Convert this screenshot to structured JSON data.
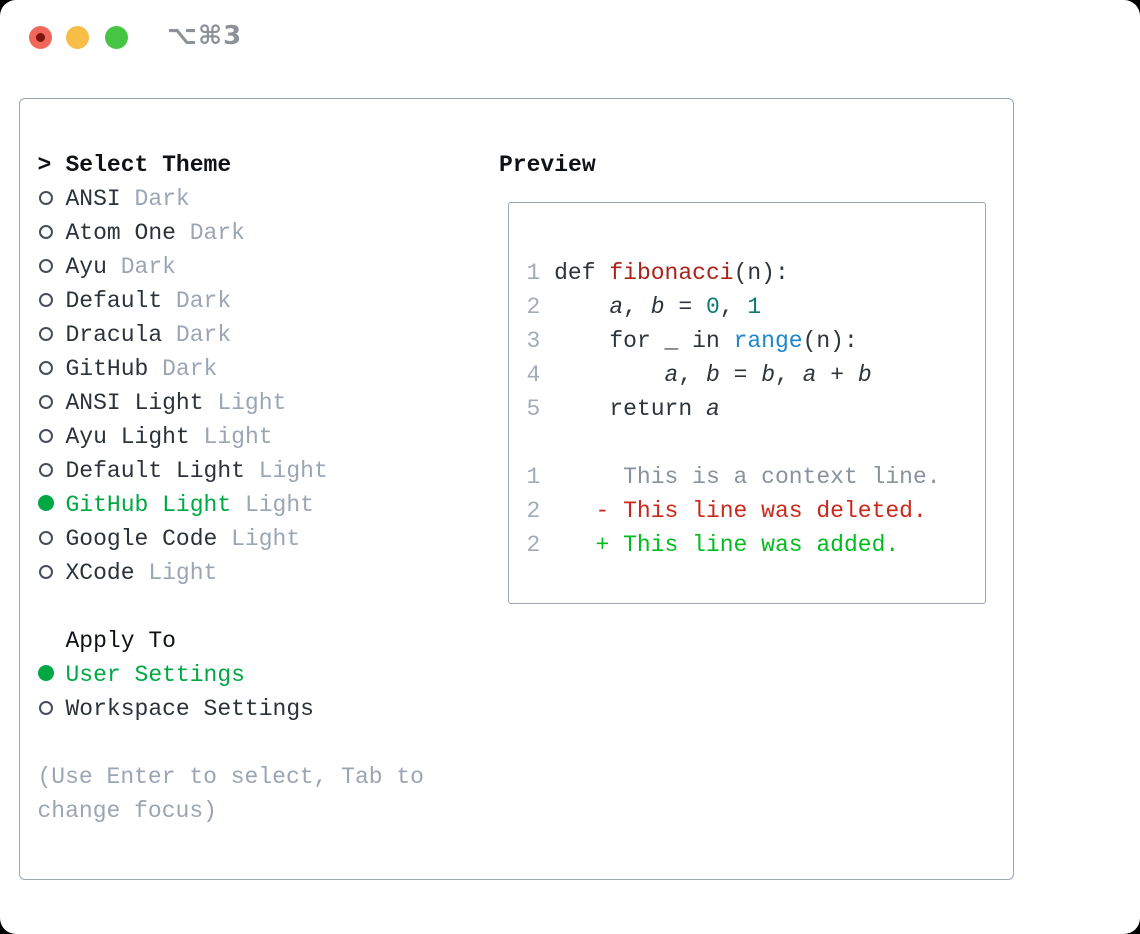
{
  "window": {
    "title": "⌥⌘3",
    "controls": [
      "close",
      "minimize",
      "zoom"
    ]
  },
  "theme_picker": {
    "header": {
      "prompt": ">",
      "label": "Select Theme"
    },
    "items": [
      {
        "name": "ANSI",
        "tag": "Dark",
        "selected": false
      },
      {
        "name": "Atom One",
        "tag": "Dark",
        "selected": false
      },
      {
        "name": "Ayu",
        "tag": "Dark",
        "selected": false
      },
      {
        "name": "Default",
        "tag": "Dark",
        "selected": false
      },
      {
        "name": "Dracula",
        "tag": "Dark",
        "selected": false
      },
      {
        "name": "GitHub",
        "tag": "Dark",
        "selected": false
      },
      {
        "name": "ANSI Light",
        "tag": "Light",
        "selected": false
      },
      {
        "name": "Ayu Light",
        "tag": "Light",
        "selected": false
      },
      {
        "name": "Default Light",
        "tag": "Light",
        "selected": false
      },
      {
        "name": "GitHub Light",
        "tag": "Light",
        "selected": true
      },
      {
        "name": "Google Code",
        "tag": "Light",
        "selected": false
      },
      {
        "name": "XCode",
        "tag": "Light",
        "selected": false
      }
    ]
  },
  "apply_to": {
    "label": "Apply To",
    "options": [
      {
        "name": "User Settings",
        "selected": true
      },
      {
        "name": "Workspace Settings",
        "selected": false
      }
    ]
  },
  "hint": "(Use Enter to select, Tab to change focus)",
  "preview": {
    "label": "Preview",
    "code_lines": [
      {
        "num": "1",
        "segments": [
          {
            "t": "def ",
            "c": "plain"
          },
          {
            "t": "fibonacci",
            "c": "func"
          },
          {
            "t": "(n):",
            "c": "plain"
          }
        ]
      },
      {
        "num": "2",
        "segments": [
          {
            "t": "    ",
            "c": "plain"
          },
          {
            "t": "a",
            "c": "var"
          },
          {
            "t": ", ",
            "c": "plain"
          },
          {
            "t": "b",
            "c": "var"
          },
          {
            "t": " = ",
            "c": "plain"
          },
          {
            "t": "0",
            "c": "num"
          },
          {
            "t": ", ",
            "c": "plain"
          },
          {
            "t": "1",
            "c": "num"
          }
        ]
      },
      {
        "num": "3",
        "segments": [
          {
            "t": "    for _ in ",
            "c": "plain"
          },
          {
            "t": "range",
            "c": "builtin"
          },
          {
            "t": "(n):",
            "c": "plain"
          }
        ]
      },
      {
        "num": "4",
        "segments": [
          {
            "t": "        ",
            "c": "plain"
          },
          {
            "t": "a",
            "c": "var"
          },
          {
            "t": ", ",
            "c": "plain"
          },
          {
            "t": "b",
            "c": "var"
          },
          {
            "t": " = ",
            "c": "plain"
          },
          {
            "t": "b",
            "c": "var"
          },
          {
            "t": ", ",
            "c": "plain"
          },
          {
            "t": "a",
            "c": "var"
          },
          {
            "t": " + ",
            "c": "plain"
          },
          {
            "t": "b",
            "c": "var"
          }
        ]
      },
      {
        "num": "5",
        "segments": [
          {
            "t": "    return ",
            "c": "plain"
          },
          {
            "t": "a",
            "c": "var"
          }
        ]
      }
    ],
    "diff_lines": [
      {
        "num": "1",
        "marker": " ",
        "text": "This is a context line.",
        "kind": "context"
      },
      {
        "num": "2",
        "marker": "-",
        "text": "This line was deleted.",
        "kind": "deleted"
      },
      {
        "num": "2",
        "marker": "+",
        "text": "This line was added.",
        "kind": "added"
      }
    ]
  },
  "colors": {
    "accent_green": "#00a843",
    "diff_added": "#00bd1f",
    "diff_deleted": "#c9291b",
    "diff_context": "#8a929d",
    "syntax_function": "#aa2318",
    "syntax_builtin": "#1d86cc",
    "syntax_number": "#0d7a74",
    "code_plain": "#2e343c",
    "item_name": "#2c323a",
    "heading": "#0e1116",
    "muted": "#9ba5b4",
    "line_number": "#a3abb9",
    "panel_border": "#9aa6b2",
    "title_gray": "#8d9198",
    "traffic_red": "#f0685c",
    "traffic_red_dot": "#7c130c",
    "traffic_yellow": "#f6bd47",
    "traffic_green": "#46c545"
  }
}
